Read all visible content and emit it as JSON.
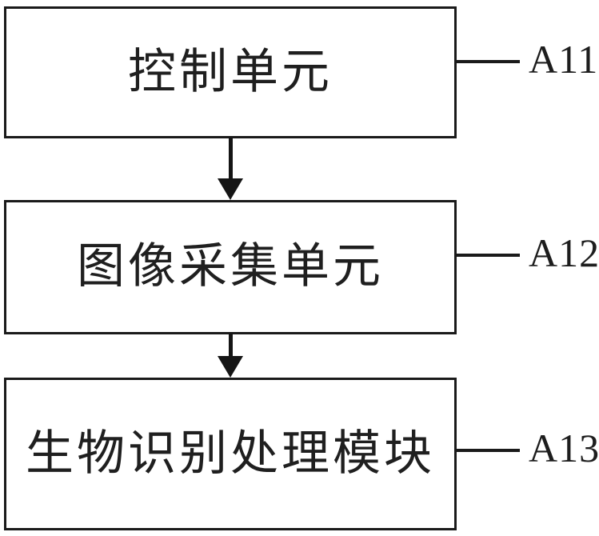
{
  "diagram": {
    "type": "block-diagram",
    "title": "",
    "background_color": "#ffffff",
    "line_color": "#1a1a1a",
    "text_color": "#1f1f1f",
    "blocks": [
      {
        "id": "A11",
        "label": "控制单元",
        "ref": "A11"
      },
      {
        "id": "A12",
        "label": "图像采集单元",
        "ref": "A12"
      },
      {
        "id": "A13",
        "label": "生物识别处理模块",
        "ref": "A13"
      }
    ],
    "connectors": [
      {
        "from": "A11",
        "to": "A12",
        "style": "arrow-down"
      },
      {
        "from": "A12",
        "to": "A13",
        "style": "arrow-down"
      }
    ]
  }
}
